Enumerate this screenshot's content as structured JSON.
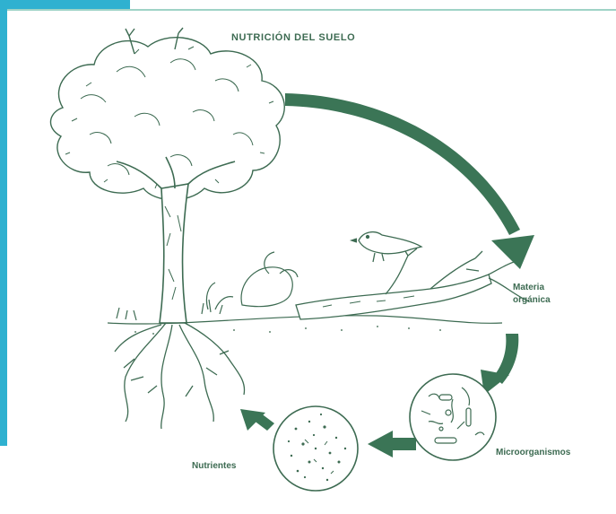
{
  "title": "NUTRICIÓN DEL SUELO",
  "labels": {
    "materia_line1": "Materia",
    "materia_line2": "orgánica",
    "microorganismos": "Microorganismos",
    "nutrientes": "Nutrientes"
  },
  "colors": {
    "ink": "#3d6b52",
    "arrow": "#3b7556",
    "frame": "#2fb1d0"
  }
}
